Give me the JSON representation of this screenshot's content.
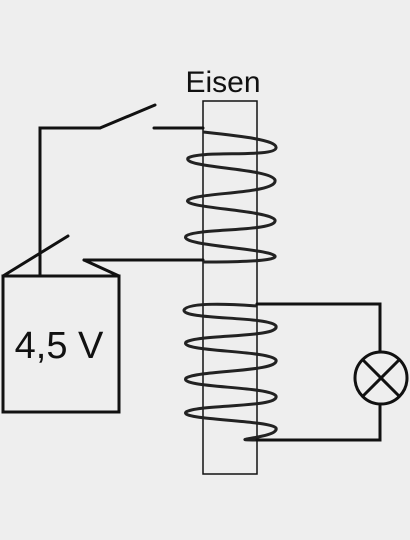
{
  "diagram": {
    "core_label": "Eisen",
    "battery_label": "4,5 V",
    "colors": {
      "background": "#eeeeee",
      "stroke": "#111111",
      "core_fill": "#eeeeee",
      "coil_stroke": "#222222"
    },
    "icons": {
      "lamp": "lamp-symbol-circle-with-x",
      "switch": "open-switch-symbol"
    }
  }
}
